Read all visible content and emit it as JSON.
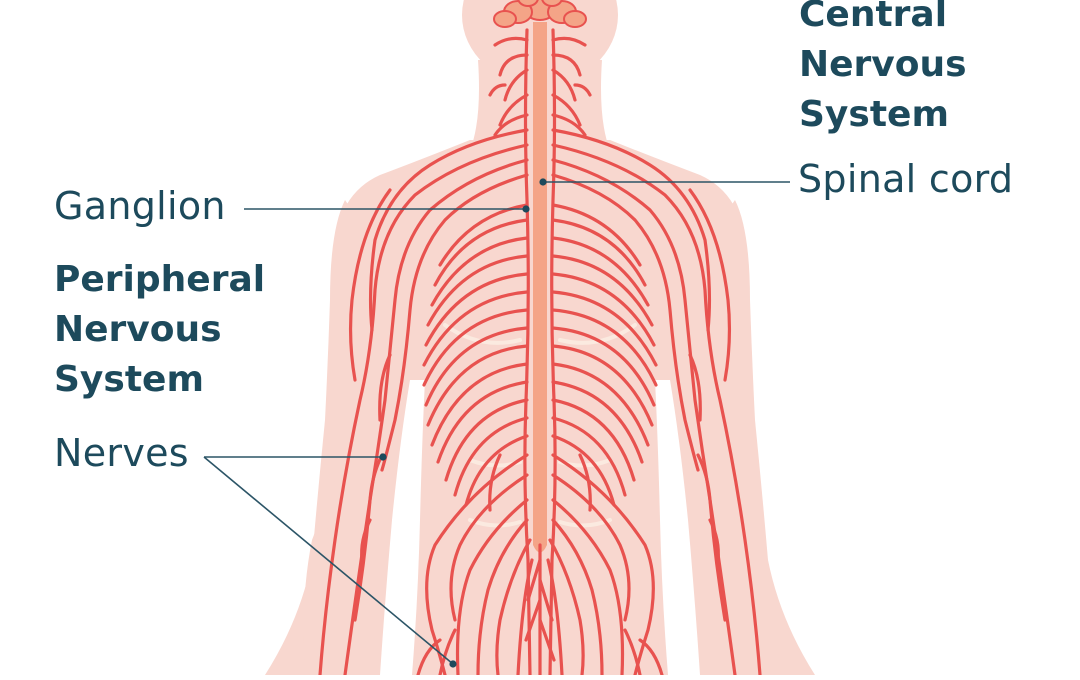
{
  "diagram": {
    "type": "anatomical-illustration",
    "subject": "Human nervous system (posterior view, torso and arms)",
    "colors": {
      "background": "#ffffff",
      "body_silhouette": "#f8d7cf",
      "nerves": "#e8524f",
      "spinal_cord": "#f4a487",
      "brain": "#f4a487",
      "label_text": "#1d4a5c",
      "leader_line": "#2c5567",
      "rib_highlight": "#fbeae0"
    },
    "sections": {
      "central": {
        "title_lines": [
          "Central",
          "Nervous",
          "System"
        ]
      },
      "peripheral": {
        "title_lines": [
          "Peripheral",
          "Nervous",
          "System"
        ]
      }
    },
    "labels": {
      "spinal_cord": "Spinal cord",
      "ganglion": "Ganglion",
      "nerves": "Nerves"
    }
  }
}
